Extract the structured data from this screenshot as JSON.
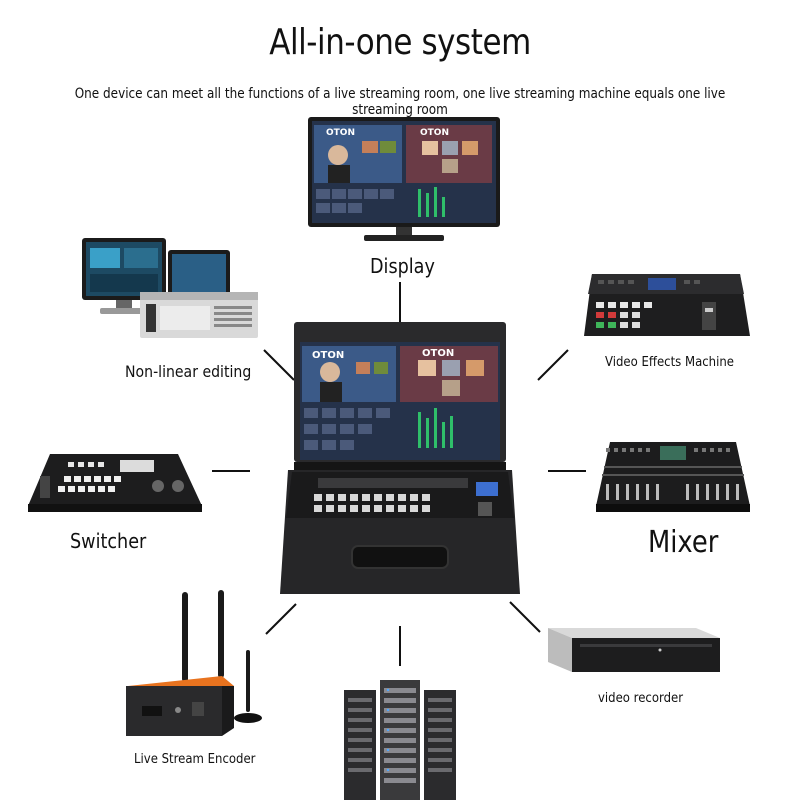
{
  "header": {
    "title": "All-in-one system",
    "subtitle": "One device can meet all the functions of a live streaming room, one live streaming machine equals one live streaming room"
  },
  "devices": {
    "display": "Display",
    "nonlinear": "Non-linear editing",
    "video_effects": "Video Effects Machine",
    "switcher": "Switcher",
    "mixer": "Mixer",
    "encoder": "Live Stream Encoder",
    "recorder": "video recorder"
  },
  "screen_brand": "OTON",
  "colors": {
    "text": "#111111",
    "line": "#111111",
    "device_dark": "#1c1c1e",
    "accent_orange": "#e8731f",
    "screen_blue": "#2a4a7a"
  },
  "icons": [
    "display-icon",
    "nonlinear-workstation-icon",
    "video-effects-console-icon",
    "switcher-icon",
    "mixer-console-icon",
    "encoder-icon",
    "server-rack-icon",
    "video-recorder-icon",
    "central-device-icon"
  ]
}
